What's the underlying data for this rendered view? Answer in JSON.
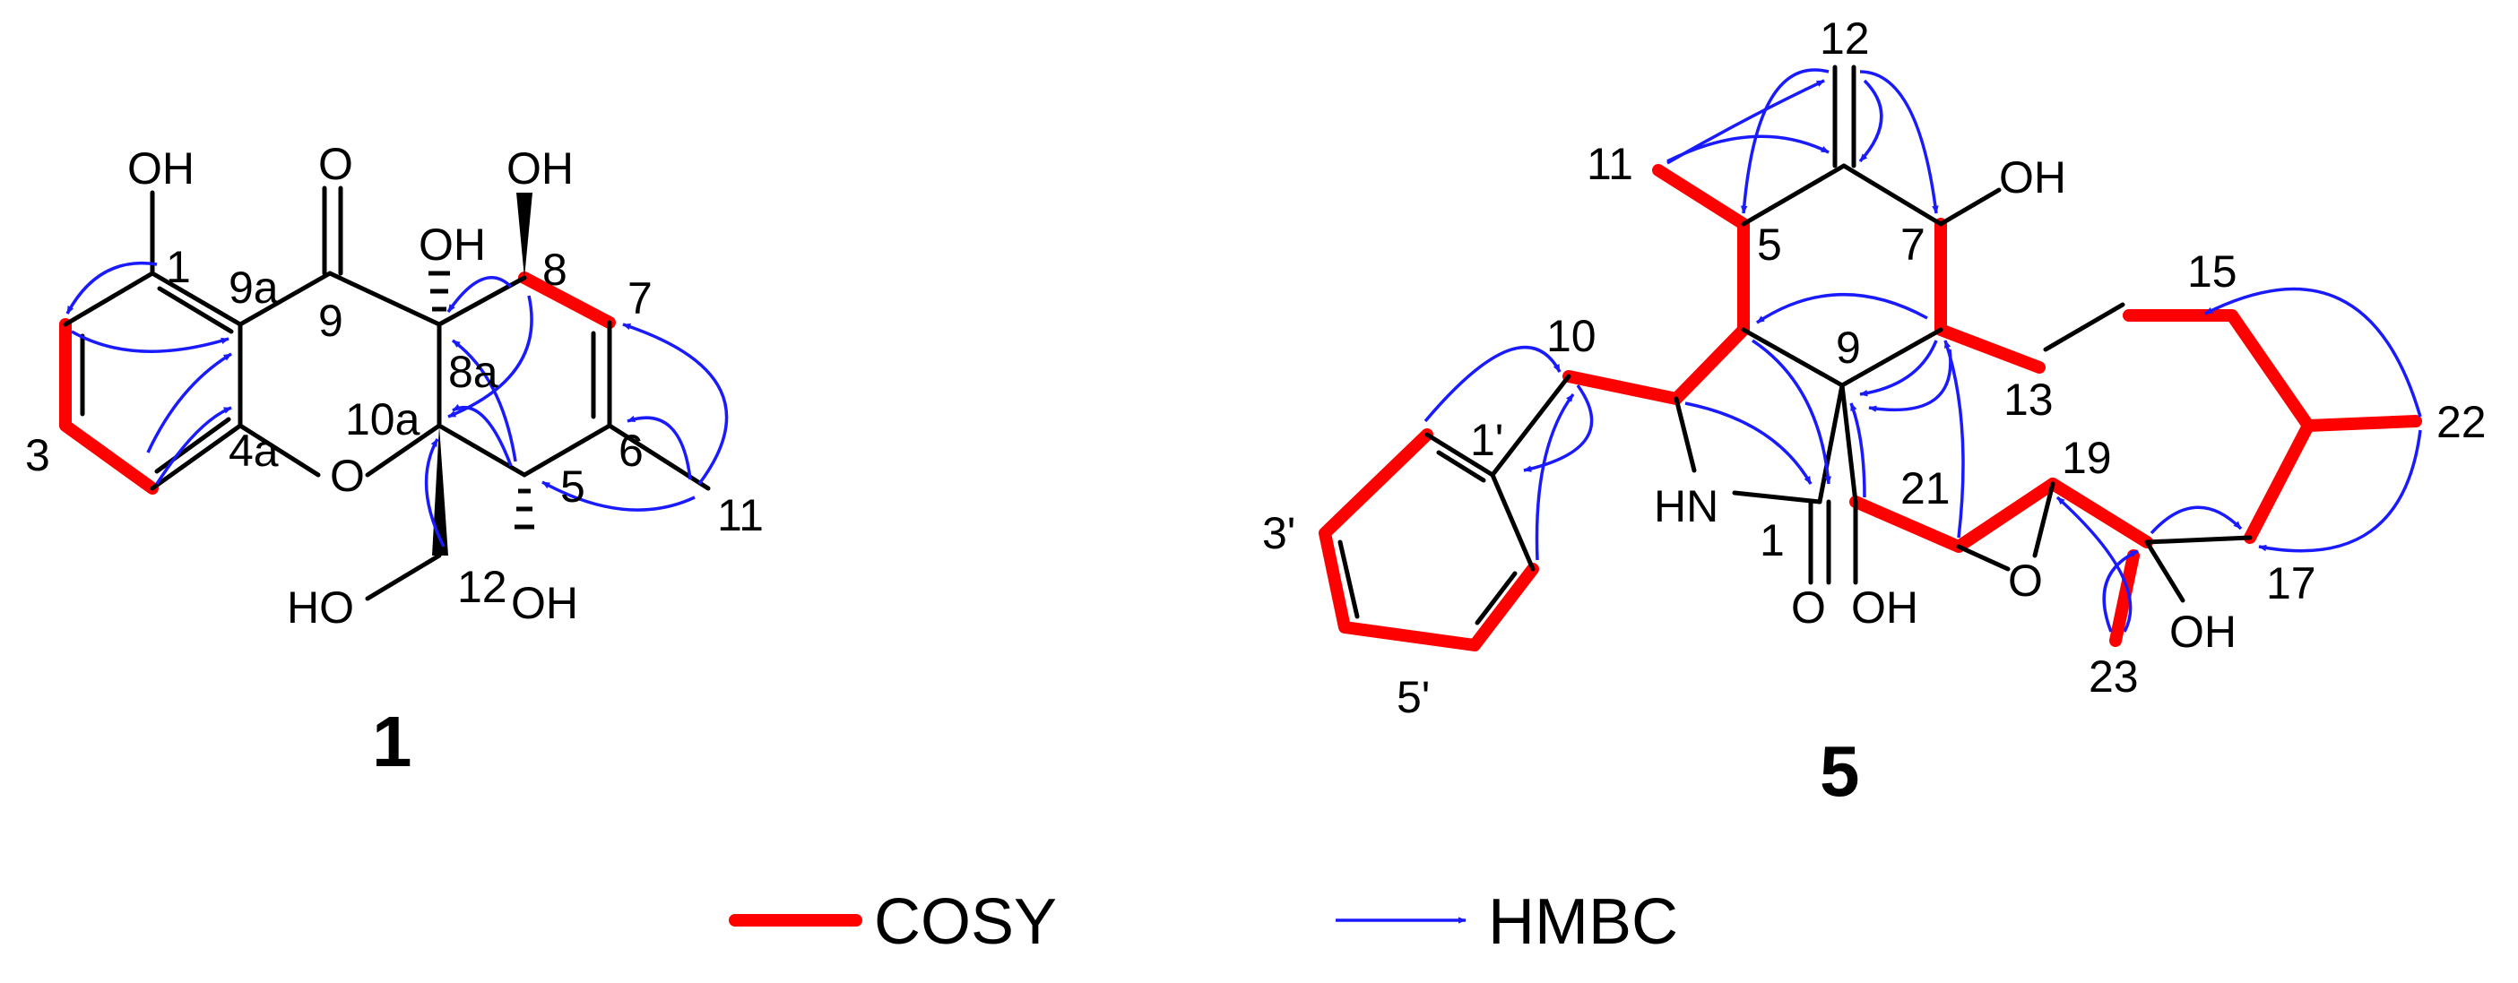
{
  "compound1": {
    "label": "1",
    "atoms": {
      "oh_c1": "OH",
      "c1": "1",
      "c9a": "9a",
      "o_c9": "O",
      "c9": "9",
      "oh_c8a": "OH",
      "oh_c8": "OH",
      "c8": "8",
      "c7": "7",
      "c8a": "8a",
      "c10a": "10a",
      "c4a": "4a",
      "c3": "3",
      "ring_o": "O",
      "c6": "6",
      "c5": "5",
      "c11": "11",
      "ho_c12": "HO",
      "c12": "12",
      "oh_c5": "OH"
    }
  },
  "compound5": {
    "label": "5",
    "atoms": {
      "c12": "12",
      "c11": "11",
      "oh_c7": "OH",
      "c5": "5",
      "c7": "7",
      "c15": "15",
      "c10": "10",
      "c9": "9",
      "c13": "13",
      "c1p": "1'",
      "c22": "22",
      "c19": "19",
      "hn": "HN",
      "c21": "21",
      "c3p": "3'",
      "c1": "1",
      "o_c1": "O",
      "oh_c9": "OH",
      "ring_o": "O",
      "c17": "17",
      "oh_c18": "OH",
      "c23": "23",
      "c5p": "5'"
    }
  },
  "legend": {
    "cosy_label": "COSY",
    "hmbc_label": "HMBC"
  },
  "colors": {
    "cosy": "#ff0000",
    "hmbc": "#1a1aff",
    "bond": "#000000"
  }
}
